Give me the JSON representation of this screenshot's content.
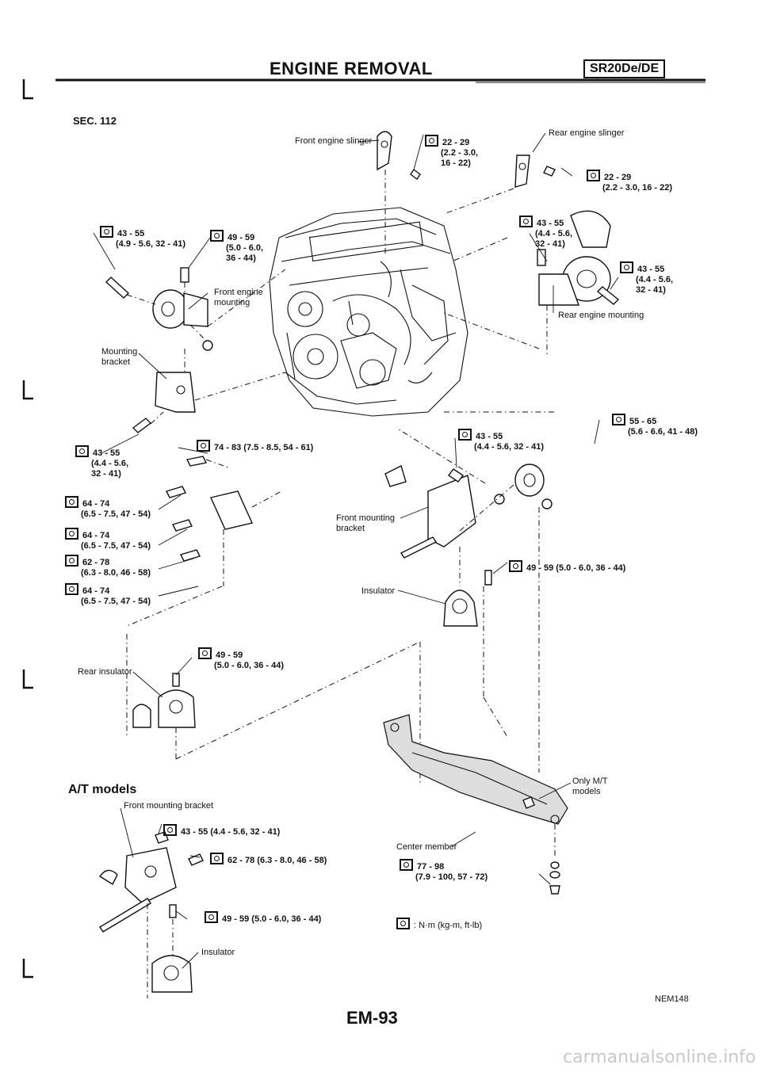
{
  "header": {
    "title": "ENGINE REMOVAL",
    "badge": "SR20De/DE"
  },
  "section": "SEC. 112",
  "labels": {
    "front_engine_slinger": "Front engine slinger",
    "rear_engine_slinger": "Rear engine slinger",
    "front_engine_mounting_1": "Front engine",
    "front_engine_mounting_2": "mounting",
    "rear_engine_mounting": "Rear engine mounting",
    "mounting_bracket_1": "Mounting",
    "mounting_bracket_2": "bracket",
    "front_mounting_bracket_1": "Front mounting",
    "front_mounting_bracket_2": "bracket",
    "insulator": "Insulator",
    "rear_insulator": "Rear insulator",
    "center_member": "Center member",
    "only_mt_1": "Only M/T",
    "only_mt_2": "models",
    "at_models": "A/T models",
    "front_mounting_bracket_at": "Front mounting bracket",
    "insulator_at": "Insulator",
    "legend": ": N·m (kg-m, ft-lb)"
  },
  "torques": {
    "t01": [
      "22 - 29",
      "(2.2 - 3.0,",
      "16 - 22)"
    ],
    "t02": [
      "22 - 29",
      "(2.2 - 3.0, 16 - 22)"
    ],
    "t03": [
      "43 - 55",
      "(4.9 - 5.6, 32 - 41)"
    ],
    "t04": [
      "49 - 59",
      "(5.0 - 6.0,",
      "36 - 44)"
    ],
    "t05": [
      "43 - 55",
      "(4.4 - 5.6,",
      "32 - 41)"
    ],
    "t06": [
      "43 - 55",
      "(4.4 - 5.6,",
      "32 - 41)"
    ],
    "t07": [
      "55 - 65",
      "(5.6 - 6.6, 41 - 48)"
    ],
    "t08": [
      "43 - 55",
      "(4.4 - 5.6, 32 - 41)"
    ],
    "t09": [
      "43 - 55",
      "(4.4 - 5.6,",
      "32 - 41)"
    ],
    "t10": "74 - 83 (7.5 - 8.5, 54 - 61)",
    "t11": [
      "64 - 74",
      "(6.5 - 7.5, 47 - 54)"
    ],
    "t12": [
      "64 - 74",
      "(6.5 - 7.5, 47 - 54)"
    ],
    "t13": [
      "62 - 78",
      "(6.3 - 8.0, 46 - 58)"
    ],
    "t14": [
      "64 - 74",
      "(6.5 - 7.5, 47 - 54)"
    ],
    "t15": "49 - 59 (5.0 - 6.0, 36 - 44)",
    "t16": [
      "49 - 59",
      "(5.0 - 6.0, 36 - 44)"
    ],
    "t17": [
      "77 - 98",
      "(7.9 - 100, 57 - 72)"
    ],
    "t18": "43 - 55 (4.4 - 5.6, 32 - 41)",
    "t19": "62 - 78 (6.3 - 8.0, 46 - 58)",
    "t20": "49 - 59 (5.0 - 6.0, 36 - 44)"
  },
  "footer": {
    "page_number": "EM-93",
    "figure_code": "NEM148",
    "watermark": "carmanualsonline.info"
  }
}
